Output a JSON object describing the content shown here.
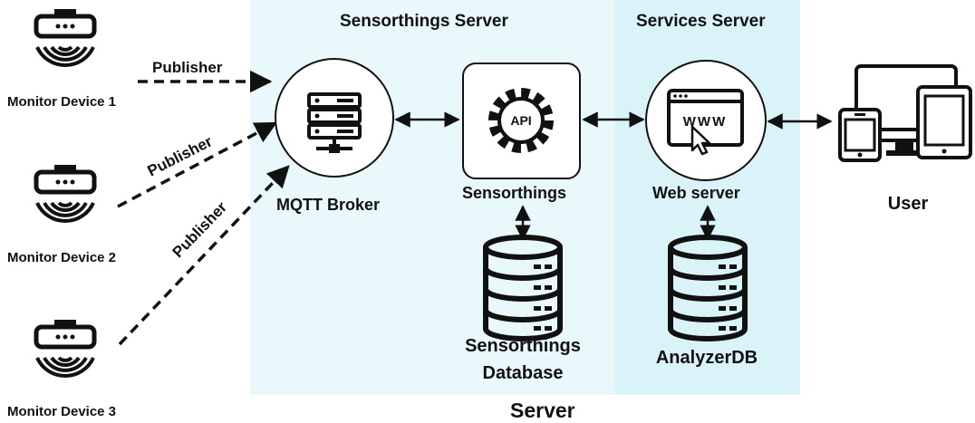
{
  "sections": {
    "sensorthings_server": "Sensorthings Server",
    "services_server": "Services Server",
    "server": "Server"
  },
  "devices": [
    {
      "label": "Monitor Device 1",
      "icon": "monitor-device-icon"
    },
    {
      "label": "Monitor Device 2",
      "icon": "monitor-device-icon"
    },
    {
      "label": "Monitor Device 3",
      "icon": "monitor-device-icon"
    }
  ],
  "publisher_labels": [
    "Publisher",
    "Publisher",
    "Publisher"
  ],
  "nodes": {
    "mqtt_broker": {
      "label": "MQTT Broker",
      "icon": "server-rack-icon"
    },
    "sensorthings": {
      "label": "Sensorthings",
      "icon": "api-gear-icon",
      "icon_text": "API"
    },
    "web_server": {
      "label": "Web server",
      "icon": "browser-www-icon",
      "icon_text": "WWW"
    },
    "sensorthings_db": {
      "label_line1": "Sensorthings",
      "label_line2": "Database",
      "icon": "database-icon"
    },
    "analyzer_db": {
      "label": "AnalyzerDB",
      "icon": "database-icon"
    },
    "user": {
      "label": "User",
      "icon": "user-devices-icon"
    }
  },
  "colors": {
    "sensorthings_panel": "#e9f8fb",
    "services_panel": "#d9f3f8",
    "stroke": "#111111"
  }
}
